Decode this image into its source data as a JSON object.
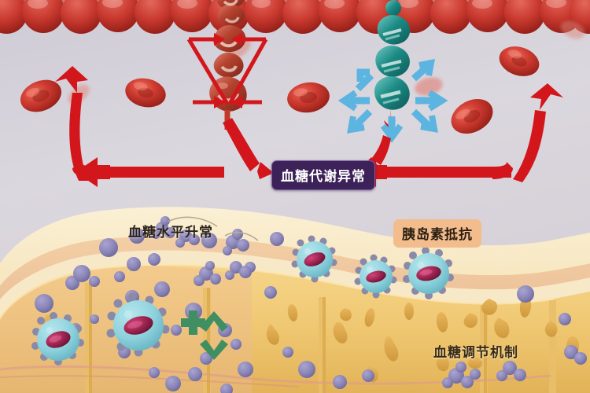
{
  "scene": {
    "title": "Blood glucose metabolism and insulin resistance illustration",
    "background_color": "#d8d5dc"
  },
  "labels": {
    "abnormal_metabolism": "血糖代谢异常",
    "glucose_level": "血糖水平升常",
    "insulin_resistance": "胰岛素抵抗",
    "regulation_mechanism": "血糖调节机制"
  },
  "colors": {
    "badge_purple_bg": "#3d2159",
    "badge_purple_border": "#7b5fa0",
    "badge_peach_bg": "#f2bc8d",
    "arrow_red": "#d3161c",
    "arrow_blue": "#5cb4e0",
    "erythrocyte": "#c9372f",
    "membrane_cream": "#f6e6bf",
    "membrane_peach": "#eec59a",
    "cytoplasm_gold": "#efc871",
    "granule_purple": "#8b86b8",
    "cell_teal": "#8fd3dd",
    "nucleus_magenta": "#9e2552",
    "signal_green": "#3f8f63",
    "text_dark": "#2b2318"
  },
  "elements": {
    "vessel_wall_cells": 16,
    "floating_erythrocytes": 9,
    "glucose_chain": "red-molecular-chain",
    "insulin_chain": "teal-molecular-chain",
    "red_arrows": 8,
    "blue_arrows": 7,
    "tissue_cells": 5,
    "glucose_granules": 46,
    "signal_markers": [
      "plus",
      "zigzag",
      "zigzag"
    ]
  }
}
